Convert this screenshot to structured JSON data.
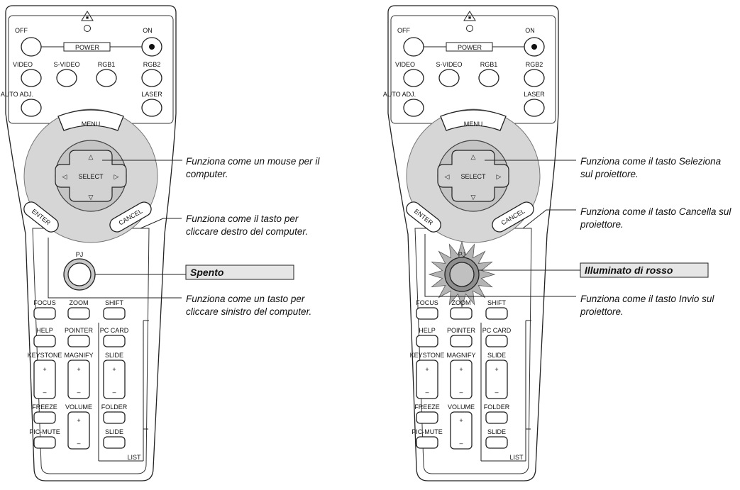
{
  "remote_labels": {
    "off": "OFF",
    "on": "ON",
    "power": "POWER",
    "video": "VIDEO",
    "s_video": "S-VIDEO",
    "rgb1": "RGB1",
    "rgb2": "RGB2",
    "auto_adj": "AUTO ADJ.",
    "laser": "LASER",
    "menu": "MENU",
    "select": "SELECT",
    "enter": "ENTER",
    "cancel": "CANCEL",
    "pj": "PJ",
    "focus": "FOCUS",
    "zoom": "ZOOM",
    "shift": "SHIFT",
    "help": "HELP",
    "pointer": "POINTER",
    "pc_card": "PC CARD",
    "keystone": "KEYSTONE",
    "magnify": "MAGNIFY",
    "slide": "SLIDE",
    "freeze": "FREEZE",
    "volume": "VOLUME",
    "folder": "FOLDER",
    "pic_mute": "PIC-MUTE",
    "slide2": "SLIDE",
    "list": "LIST",
    "plus": "+",
    "minus": "–",
    "arrow_up": "△",
    "arrow_down": "▽",
    "arrow_left": "◁",
    "arrow_right": "▷"
  },
  "left_panel": {
    "select_note": [
      "Funziona come un mouse per il",
      "computer."
    ],
    "cancel_note": [
      "Funziona come il tasto per",
      "cliccare destro del computer."
    ],
    "status_box": "Spento",
    "enter_note": [
      "Funziona come un tasto per",
      "cliccare sinistro del computer."
    ]
  },
  "right_panel": {
    "select_note": [
      "Funziona come il tasto Seleziona",
      "sul proiettore."
    ],
    "cancel_note": [
      "Funziona come il tasto Cancella sul",
      "proiettore."
    ],
    "status_box": "Illuminato di rosso",
    "enter_note": [
      "Funziona come il tasto Invio sul",
      "proiettore."
    ]
  },
  "colors": {
    "ring": "#d6d6d6",
    "pad": "#bcbcbc",
    "box_fill": "#e6e6e6",
    "burst": "#b4b4b4"
  }
}
